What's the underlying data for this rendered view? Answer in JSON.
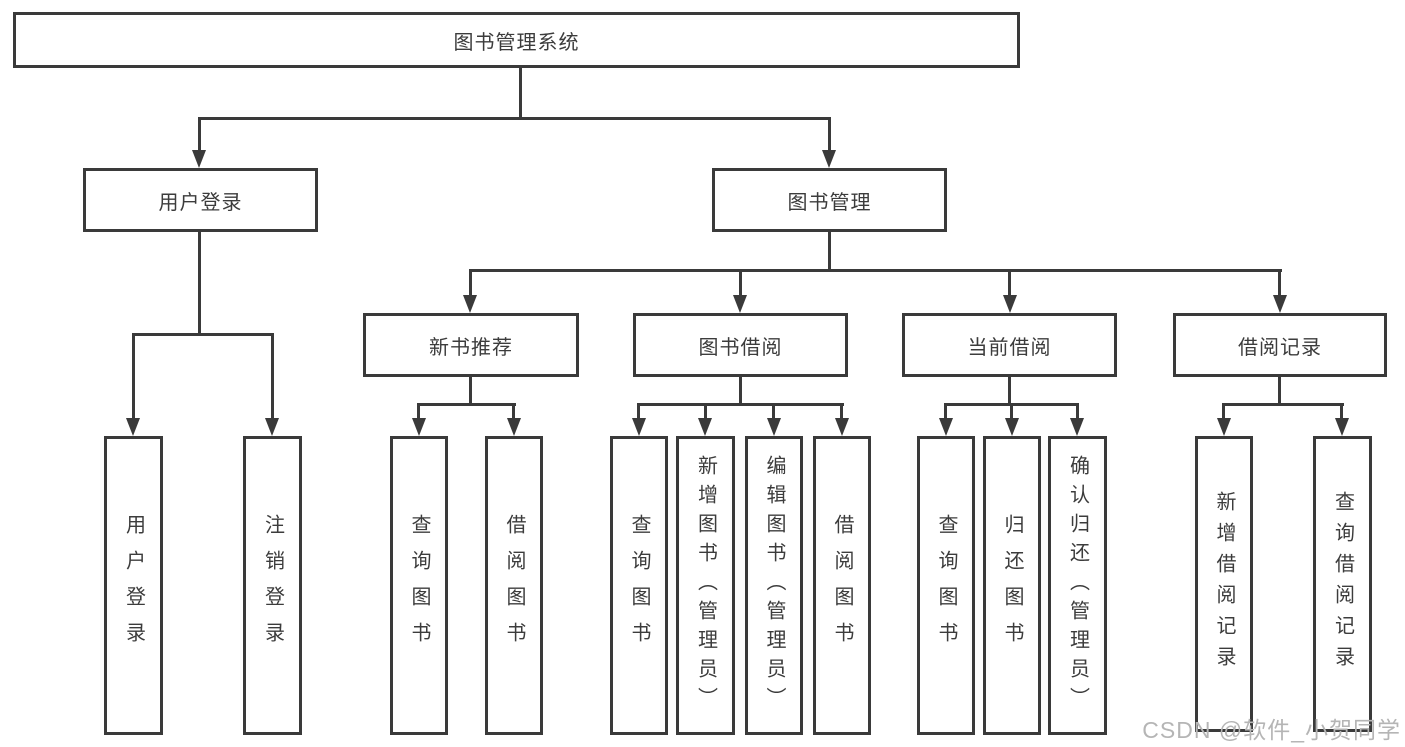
{
  "tree": {
    "root": {
      "label": "图书管理系统"
    },
    "branches": [
      {
        "label": "用户登录",
        "children": [
          {
            "label": "用户登录"
          },
          {
            "label": "注销登录"
          }
        ]
      },
      {
        "label": "图书管理",
        "children": [
          {
            "label": "新书推荐",
            "children": [
              {
                "label": "查询图书"
              },
              {
                "label": "借阅图书"
              }
            ]
          },
          {
            "label": "图书借阅",
            "children": [
              {
                "label": "查询图书"
              },
              {
                "label": "新增图书（管理员）"
              },
              {
                "label": "编辑图书（管理员）"
              },
              {
                "label": "借阅图书"
              }
            ]
          },
          {
            "label": "当前借阅",
            "children": [
              {
                "label": "查询图书"
              },
              {
                "label": "归还图书"
              },
              {
                "label": "确认归还（管理员）"
              }
            ]
          },
          {
            "label": "借阅记录",
            "children": [
              {
                "label": "新增借阅记录"
              },
              {
                "label": "查询借阅记录"
              }
            ]
          }
        ]
      }
    ]
  },
  "watermark": "CSDN @软件_小贺同学",
  "colors": {
    "line": "#3a3a3a",
    "text": "#3c3c3c",
    "background": "#ffffff",
    "watermark": "#b5b5b5"
  }
}
